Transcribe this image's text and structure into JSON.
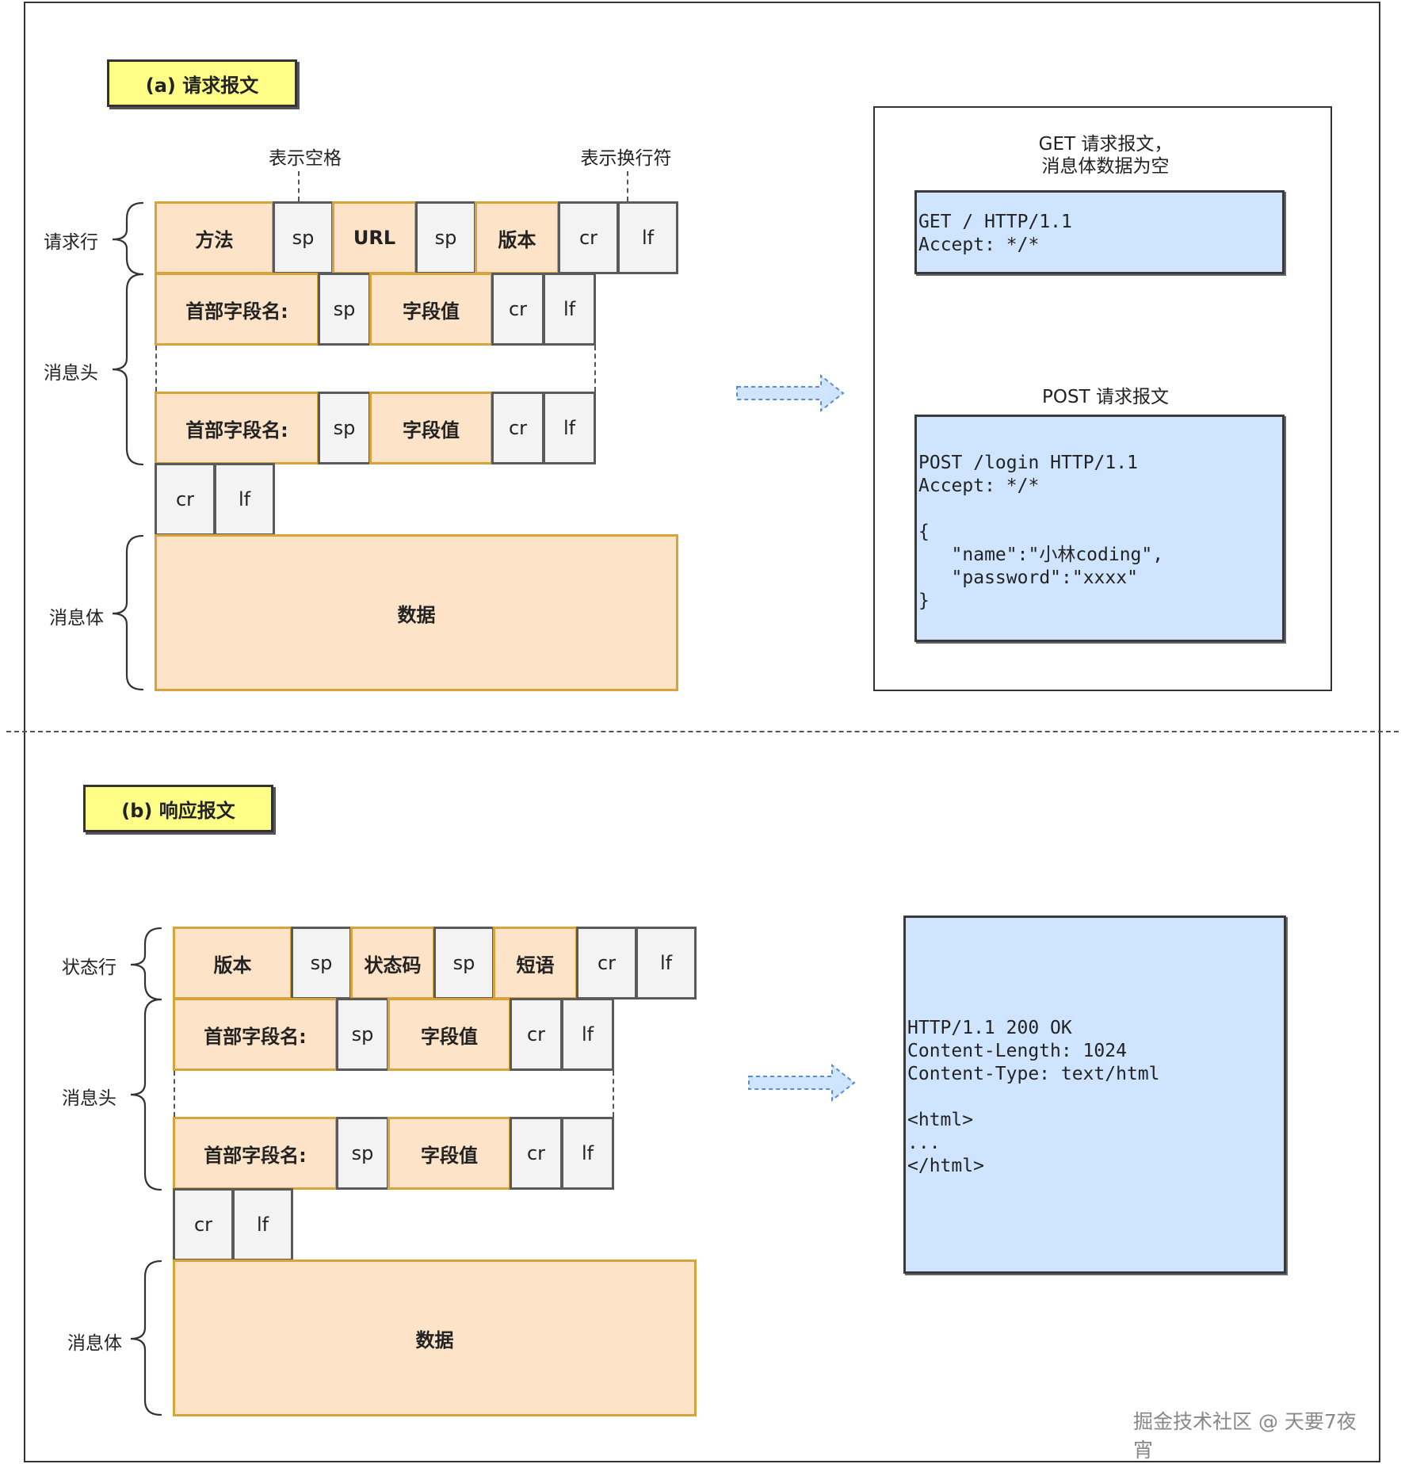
{
  "request": {
    "title": "(a) 请求报文",
    "note_space": "表示空格",
    "note_newline": "表示换行符",
    "labels": {
      "line": "请求行",
      "headers": "消息头",
      "body": "消息体"
    },
    "request_line": [
      "方法",
      "sp",
      "URL",
      "sp",
      "版本",
      "cr",
      "lf"
    ],
    "header_row": [
      "首部字段名:",
      "sp",
      "字段值",
      "cr",
      "lf"
    ],
    "blank_line": [
      "cr",
      "lf"
    ],
    "body": "数据",
    "examples": {
      "get_caption": "GET 请求报文，\n消息体数据为空",
      "get_code": "GET / HTTP/1.1\nAccept: */*",
      "post_caption": "POST 请求报文",
      "post_code": "POST /login HTTP/1.1\nAccept: */*\n\n{\n   \"name\":\"小林coding\",\n   \"password\":\"xxxx\"\n}"
    }
  },
  "response": {
    "title": "(b) 响应报文",
    "labels": {
      "line": "状态行",
      "headers": "消息头",
      "body": "消息体"
    },
    "status_line": [
      "版本",
      "sp",
      "状态码",
      "sp",
      "短语",
      "cr",
      "lf"
    ],
    "header_row": [
      "首部字段名:",
      "sp",
      "字段值",
      "cr",
      "lf"
    ],
    "blank_line": [
      "cr",
      "lf"
    ],
    "body": "数据",
    "example_code": "HTTP/1.1 200 OK\nContent-Length: 1024\nContent-Type: text/html\n\n<html>\n...\n</html>"
  },
  "watermark": "掘金技术社区 @ 天要7夜宵"
}
